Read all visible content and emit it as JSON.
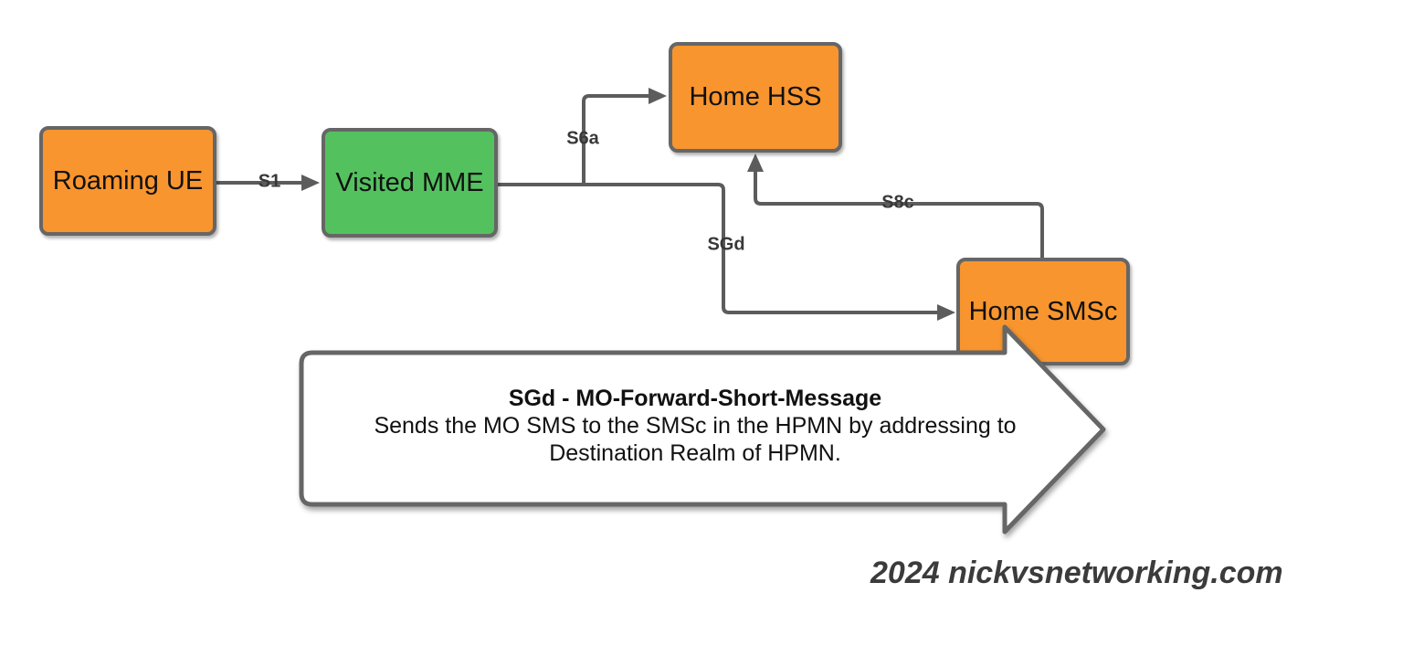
{
  "diagram": {
    "title_context": "SGd MO SMS roaming flow diagram",
    "nodes": {
      "roaming_ue": {
        "label": "Roaming UE",
        "fill": "#F8952E"
      },
      "visited_mme": {
        "label": "Visited MME",
        "fill": "#54C15F"
      },
      "home_hss": {
        "label": "Home HSS",
        "fill": "#F8952E"
      },
      "home_smsc": {
        "label": "Home SMSc",
        "fill": "#F8952E"
      }
    },
    "edges": {
      "s1": {
        "label": "S1",
        "from": "roaming_ue",
        "to": "visited_mme"
      },
      "s6a": {
        "label": "S6a",
        "from": "visited_mme",
        "to": "home_hss"
      },
      "sgd": {
        "label": "SGd",
        "from": "visited_mme",
        "to": "home_smsc"
      },
      "s8c": {
        "label": "S8c",
        "from": "home_smsc",
        "to": "home_hss"
      }
    },
    "banner": {
      "title": "SGd - MO-Forward-Short-Message",
      "line1": "Sends the MO SMS to the SMSc in the HPMN by addressing to",
      "line2": "Destination Realm of HPMN."
    },
    "watermark": "2024 nickvsnetworking.com",
    "colors": {
      "node_orange": "#F8952E",
      "node_green": "#54C15F",
      "node_border": "#666666",
      "connector": "#5C5C5C",
      "edge_label_text": "#383838",
      "banner_fill": "#FFFFFF",
      "banner_border": "#666666",
      "watermark_text": "#3B3B3B",
      "background": "#FFFFFF"
    }
  }
}
